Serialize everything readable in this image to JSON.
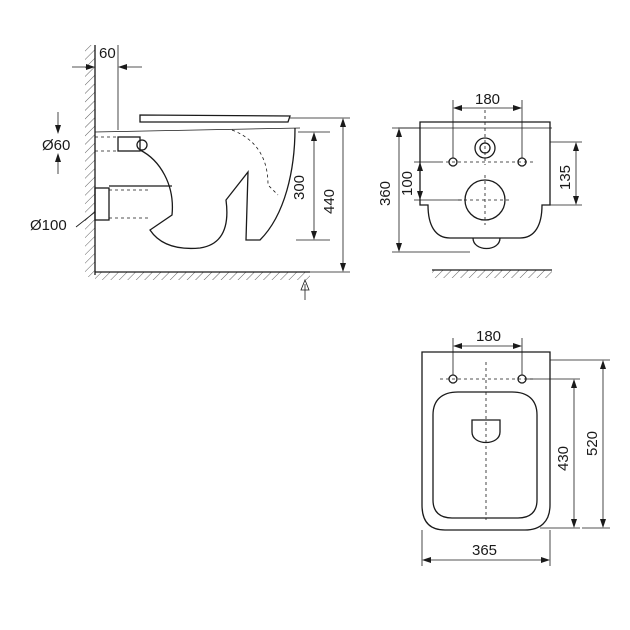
{
  "side_view": {
    "dim_wall_offset": "60",
    "dim_inlet_diameter": "Ø60",
    "dim_outlet_diameter": "Ø100",
    "dim_outlet_height": "300",
    "dim_total_height": "440"
  },
  "rear_view": {
    "dim_bolt_spacing": "180",
    "dim_height": "360",
    "dim_outlet_center": "100",
    "dim_bolt_height": "135"
  },
  "top_view": {
    "dim_bolt_spacing": "180",
    "dim_width": "365",
    "dim_seat_length": "430",
    "dim_total_length": "520"
  }
}
